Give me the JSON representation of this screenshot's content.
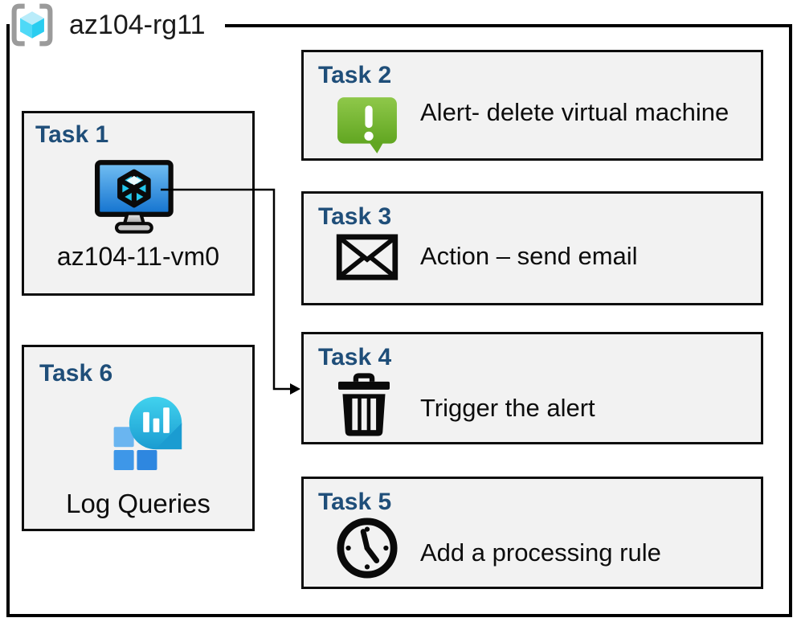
{
  "resource_group": {
    "name": "az104-rg11",
    "icon": "resource-group-icon"
  },
  "tasks": [
    {
      "label": "Task 1",
      "caption": "az104-11-vm0",
      "icon": "virtual-machine-icon"
    },
    {
      "label": "Task 2",
      "caption": "Alert- delete virtual machine",
      "icon": "alert-message-icon"
    },
    {
      "label": "Task 3",
      "caption": "Action – send email",
      "icon": "email-envelope-icon"
    },
    {
      "label": "Task 4",
      "caption": "Trigger the alert",
      "icon": "trash-delete-icon"
    },
    {
      "label": "Task 5",
      "caption": "Add a processing rule",
      "icon": "clock-icon"
    },
    {
      "label": "Task 6",
      "caption": "Log Queries",
      "icon": "log-queries-icon"
    }
  ],
  "connector": {
    "from": "Task 1",
    "to": "Task 4",
    "style": "elbow-arrow"
  },
  "colors": {
    "task_title": "#1F4E79",
    "box_fill": "#F2F2F2",
    "box_border": "#0D0D0D",
    "outer_border": "#000000",
    "vm_screen_blue": "#1272CF",
    "alert_green": "#61A621",
    "log_teal": "#1B9CD1",
    "log_blue": "#3E97E8",
    "rg_cube_cyan": "#2ACDF0",
    "rg_bracket_gray": "#9B9B9B"
  }
}
